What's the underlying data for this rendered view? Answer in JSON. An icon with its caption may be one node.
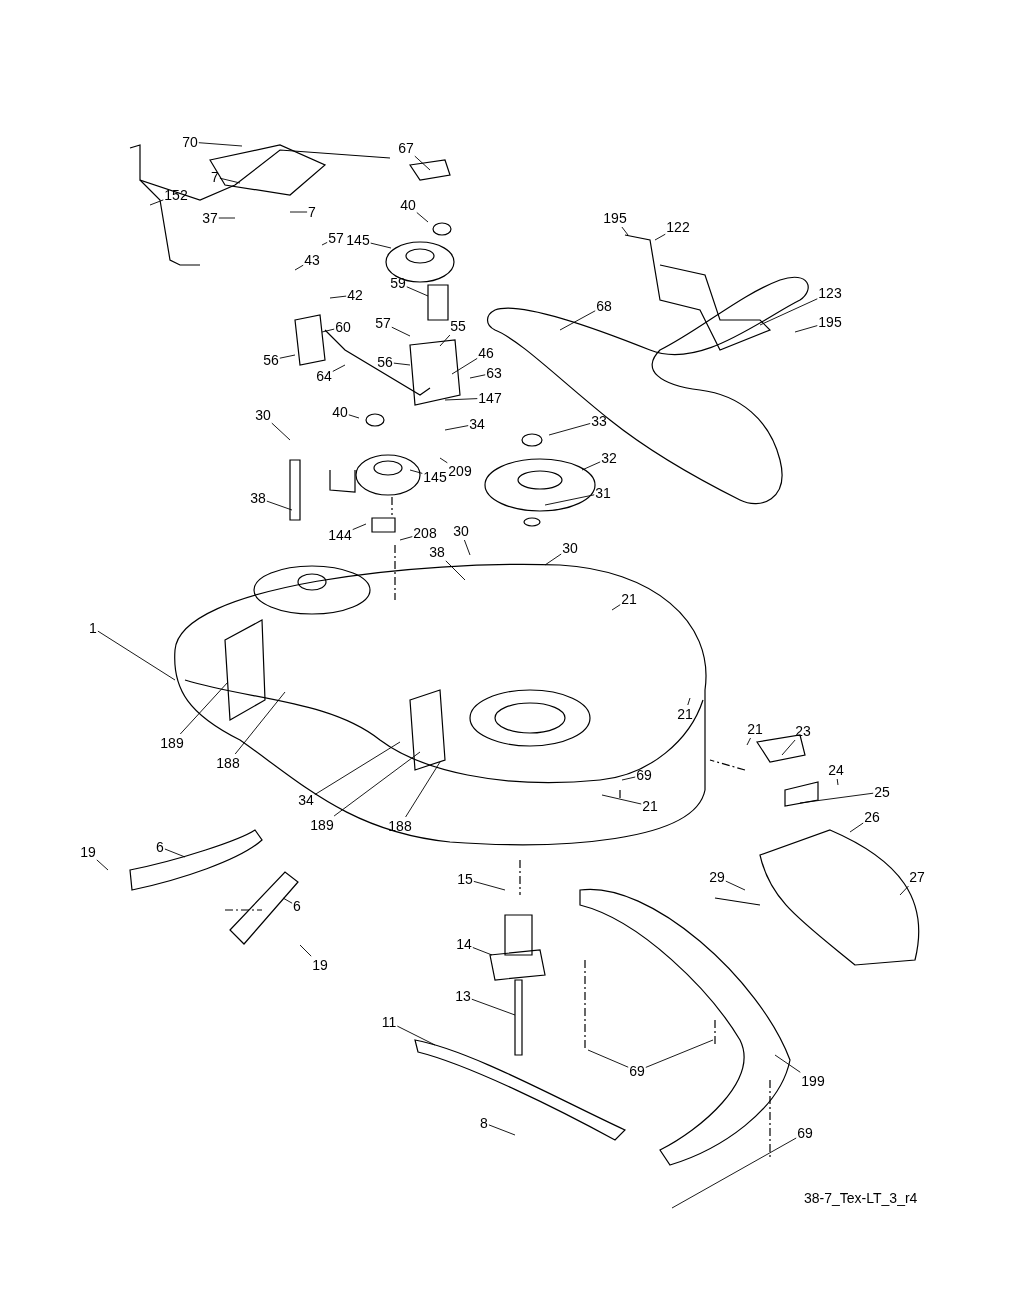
{
  "diagram": {
    "nodes": [
      {
        "text": [
          "70"
        ]
      },
      {
        "text": [
          "67"
        ]
      },
      {
        "text": [
          "7"
        ]
      },
      {
        "text": [
          "152"
        ]
      },
      {
        "text": [
          "40"
        ]
      },
      {
        "text": [
          "7"
        ]
      },
      {
        "text": [
          "37"
        ]
      },
      {
        "text": [
          "195"
        ]
      },
      {
        "text": [
          "122"
        ]
      },
      {
        "text": [
          "57"
        ]
      },
      {
        "text": [
          "145"
        ]
      },
      {
        "text": [
          "43"
        ]
      },
      {
        "text": [
          "59"
        ]
      },
      {
        "text": [
          "42"
        ]
      },
      {
        "text": [
          "123"
        ]
      },
      {
        "text": [
          "68"
        ]
      },
      {
        "text": [
          "195"
        ]
      },
      {
        "text": [
          "60"
        ]
      },
      {
        "text": [
          "57"
        ]
      },
      {
        "text": [
          "55"
        ]
      },
      {
        "text": [
          "56"
        ]
      },
      {
        "text": [
          "56"
        ]
      },
      {
        "text": [
          "46"
        ]
      },
      {
        "text": [
          "64"
        ]
      },
      {
        "text": [
          "63"
        ]
      },
      {
        "text": [
          "147"
        ]
      },
      {
        "text": [
          "30"
        ]
      },
      {
        "text": [
          "40"
        ]
      },
      {
        "text": [
          "34"
        ]
      },
      {
        "text": [
          "33"
        ]
      },
      {
        "text": [
          "209"
        ]
      },
      {
        "text": [
          "32"
        ]
      },
      {
        "text": [
          "145"
        ]
      },
      {
        "text": [
          "38"
        ]
      },
      {
        "text": [
          "31"
        ]
      },
      {
        "text": [
          "144"
        ]
      },
      {
        "text": [
          "208"
        ]
      },
      {
        "text": [
          "30"
        ]
      },
      {
        "text": [
          "38"
        ]
      },
      {
        "text": [
          "30"
        ]
      },
      {
        "text": [
          "1"
        ]
      },
      {
        "text": [
          "21"
        ]
      },
      {
        "text": [
          "21"
        ]
      },
      {
        "text": [
          "189"
        ]
      },
      {
        "text": [
          "188"
        ]
      },
      {
        "text": [
          "21"
        ]
      },
      {
        "text": [
          "23"
        ]
      },
      {
        "text": [
          "34"
        ]
      },
      {
        "text": [
          "69"
        ]
      },
      {
        "text": [
          "24"
        ]
      },
      {
        "text": [
          "25"
        ]
      },
      {
        "text": [
          "189"
        ]
      },
      {
        "text": [
          "188"
        ]
      },
      {
        "text": [
          "21"
        ]
      },
      {
        "text": [
          "26"
        ]
      },
      {
        "text": [
          "6"
        ]
      },
      {
        "text": [
          "19"
        ]
      },
      {
        "text": [
          "15"
        ]
      },
      {
        "text": [
          "29"
        ]
      },
      {
        "text": [
          "27"
        ]
      },
      {
        "text": [
          "6"
        ]
      },
      {
        "text": [
          "14"
        ]
      },
      {
        "text": [
          "19"
        ]
      },
      {
        "text": [
          "13"
        ]
      },
      {
        "text": [
          "11"
        ]
      },
      {
        "text": [
          "69"
        ]
      },
      {
        "text": [
          "199"
        ]
      },
      {
        "text": [
          "8"
        ]
      },
      {
        "text": [
          "69"
        ]
      }
    ],
    "edges": [
      {
        "from": 0,
        "to": null,
        "arrow": "none"
      },
      {
        "from": 1,
        "to": null,
        "arrow": "none"
      },
      {
        "from": 2,
        "to": null,
        "arrow": "none"
      },
      {
        "from": 3,
        "to": null,
        "arrow": "none"
      },
      {
        "from": 4,
        "to": null,
        "arrow": "none"
      },
      {
        "from": 5,
        "to": null,
        "arrow": "none"
      },
      {
        "from": 6,
        "to": null,
        "arrow": "none"
      },
      {
        "from": 7,
        "to": null,
        "arrow": "none"
      },
      {
        "from": 8,
        "to": null,
        "arrow": "none"
      },
      {
        "from": 9,
        "to": null,
        "arrow": "none"
      },
      {
        "from": 10,
        "to": null,
        "arrow": "none"
      },
      {
        "from": 11,
        "to": null,
        "arrow": "none"
      },
      {
        "from": 12,
        "to": null,
        "arrow": "none"
      },
      {
        "from": 13,
        "to": null,
        "arrow": "none"
      },
      {
        "from": 14,
        "to": null,
        "arrow": "none"
      },
      {
        "from": 15,
        "to": null,
        "arrow": "none"
      },
      {
        "from": 16,
        "to": null,
        "arrow": "none"
      },
      {
        "from": 17,
        "to": null,
        "arrow": "none"
      },
      {
        "from": 18,
        "to": null,
        "arrow": "none"
      },
      {
        "from": 19,
        "to": null,
        "arrow": "none"
      },
      {
        "from": 20,
        "to": null,
        "arrow": "none"
      },
      {
        "from": 21,
        "to": null,
        "arrow": "none"
      },
      {
        "from": 22,
        "to": null,
        "arrow": "none"
      },
      {
        "from": 23,
        "to": null,
        "arrow": "none"
      },
      {
        "from": 24,
        "to": null,
        "arrow": "none"
      },
      {
        "from": 25,
        "to": null,
        "arrow": "none"
      },
      {
        "from": 26,
        "to": null,
        "arrow": "none"
      },
      {
        "from": 27,
        "to": null,
        "arrow": "none"
      },
      {
        "from": 28,
        "to": null,
        "arrow": "none"
      },
      {
        "from": 29,
        "to": null,
        "arrow": "none"
      },
      {
        "from": 30,
        "to": null,
        "arrow": "none"
      },
      {
        "from": 31,
        "to": null,
        "arrow": "none"
      },
      {
        "from": 32,
        "to": null,
        "arrow": "none"
      },
      {
        "from": 33,
        "to": null,
        "arrow": "none"
      },
      {
        "from": 34,
        "to": null,
        "arrow": "none"
      },
      {
        "from": 35,
        "to": null,
        "arrow": "none"
      },
      {
        "from": 36,
        "to": null,
        "arrow": "none"
      },
      {
        "from": 37,
        "to": null,
        "arrow": "none"
      },
      {
        "from": 38,
        "to": null,
        "arrow": "none"
      },
      {
        "from": 39,
        "to": null,
        "arrow": "none"
      },
      {
        "from": 40,
        "to": null,
        "arrow": "none"
      },
      {
        "from": 41,
        "to": null,
        "arrow": "none"
      },
      {
        "from": 42,
        "to": null,
        "arrow": "none"
      },
      {
        "from": 43,
        "to": null,
        "arrow": "none"
      },
      {
        "from": 44,
        "to": null,
        "arrow": "none"
      },
      {
        "from": 45,
        "to": null,
        "arrow": "none"
      },
      {
        "from": 46,
        "to": null,
        "arrow": "none"
      },
      {
        "from": 47,
        "to": null,
        "arrow": "none"
      },
      {
        "from": 48,
        "to": null,
        "arrow": "none"
      },
      {
        "from": 49,
        "to": null,
        "arrow": "none"
      },
      {
        "from": 50,
        "to": null,
        "arrow": "none"
      },
      {
        "from": 51,
        "to": null,
        "arrow": "none"
      },
      {
        "from": 52,
        "to": null,
        "arrow": "none"
      },
      {
        "from": 53,
        "to": null,
        "arrow": "none"
      },
      {
        "from": 54,
        "to": null,
        "arrow": "none"
      },
      {
        "from": 55,
        "to": null,
        "arrow": "none"
      },
      {
        "from": 56,
        "to": null,
        "arrow": "none"
      },
      {
        "from": 57,
        "to": null,
        "arrow": "none"
      },
      {
        "from": 58,
        "to": null,
        "arrow": "none"
      },
      {
        "from": 59,
        "to": null,
        "arrow": "none"
      },
      {
        "from": 60,
        "to": null,
        "arrow": "none"
      },
      {
        "from": 61,
        "to": null,
        "arrow": "none"
      },
      {
        "from": 62,
        "to": null,
        "arrow": "none"
      },
      {
        "from": 63,
        "to": null,
        "arrow": "none"
      },
      {
        "from": 64,
        "to": null,
        "arrow": "none"
      },
      {
        "from": 65,
        "to": null,
        "arrow": "none"
      },
      {
        "from": 65,
        "to": null,
        "arrow": "none"
      },
      {
        "from": 66,
        "to": null,
        "arrow": "none"
      },
      {
        "from": 67,
        "to": null,
        "arrow": "none"
      },
      {
        "from": 68,
        "to": null,
        "arrow": "none"
      }
    ],
    "labels": [
      "38-7_Tex-LT_3_r4"
    ]
  }
}
